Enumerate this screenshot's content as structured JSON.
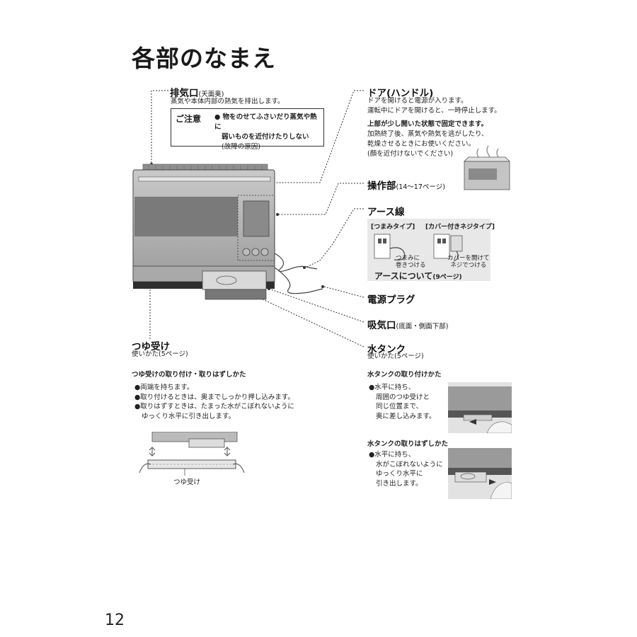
{
  "title": "各部のなまえ",
  "exhaust": {
    "label": "排気口",
    "sub": "(天面奥)",
    "desc": "蒸気や本体内部の熱気を排出します。"
  },
  "caution": {
    "tag": "ご注意",
    "line1": "● 物をのせてふさいだり蒸気や熱に",
    "line2": "弱いものを近付けたりしない",
    "line3": "(故障の原因)"
  },
  "door": {
    "label": "ドア(ハンドル)",
    "desc1": "ドアを開けると電源が入ります。",
    "desc2": "運転中にドアを開けると、一時停止します。",
    "note_bold": "上部が少し開いた状態で固定できます。",
    "note1": "加熱終了後、蒸気や熱気を逃がしたり、",
    "note2": "乾燥させるときにお使いください。",
    "note3": "(顔を近付けないでください)"
  },
  "control": {
    "label": "操作部",
    "sub": "(14〜17ページ)"
  },
  "earth": {
    "label": "アース線",
    "type1": "[つまみタイプ]",
    "type2": "[カバー付きネジタイプ]",
    "cap1a": "つまみに",
    "cap1b": "巻きつける",
    "cap2a": "カバーを開けて",
    "cap2b": "ネジでつける",
    "about": "アースについて",
    "about_sub": "(9ページ)"
  },
  "plug": {
    "label": "電源プラグ"
  },
  "intake": {
    "label": "吸気口",
    "sub": "(底面・側面下部)"
  },
  "tray": {
    "label": "つゆ受け",
    "desc": "使いかた(5ページ)"
  },
  "tank": {
    "label": "水タンク",
    "desc": "使いかた(5ページ)"
  },
  "tray_howto": {
    "title": "つゆ受けの取り付け・取りはずしかた",
    "b1": "●両端を持ちます。",
    "b2": "●取り付けるときは、奥までしっかり押し込みます。",
    "b3": "●取りはずすときは、たまった水がこぼれないように",
    "b3b": "ゆっくり水平に引き出します。",
    "caption": "つゆ受け"
  },
  "tank_attach": {
    "title": "水タンクの取り付けかた",
    "l1": "●水平に持ち、",
    "l2": "周囲のつゆ受けと",
    "l3": "同じ位置まで、",
    "l4": "奥に差し込みます。"
  },
  "tank_remove": {
    "title": "水タンクの取りはずしかた",
    "l1": "●水平に持ち、",
    "l2": "水がこぼれないように",
    "l3": "ゆっくり水平に",
    "l4": "引き出します。"
  },
  "page_number": "12"
}
